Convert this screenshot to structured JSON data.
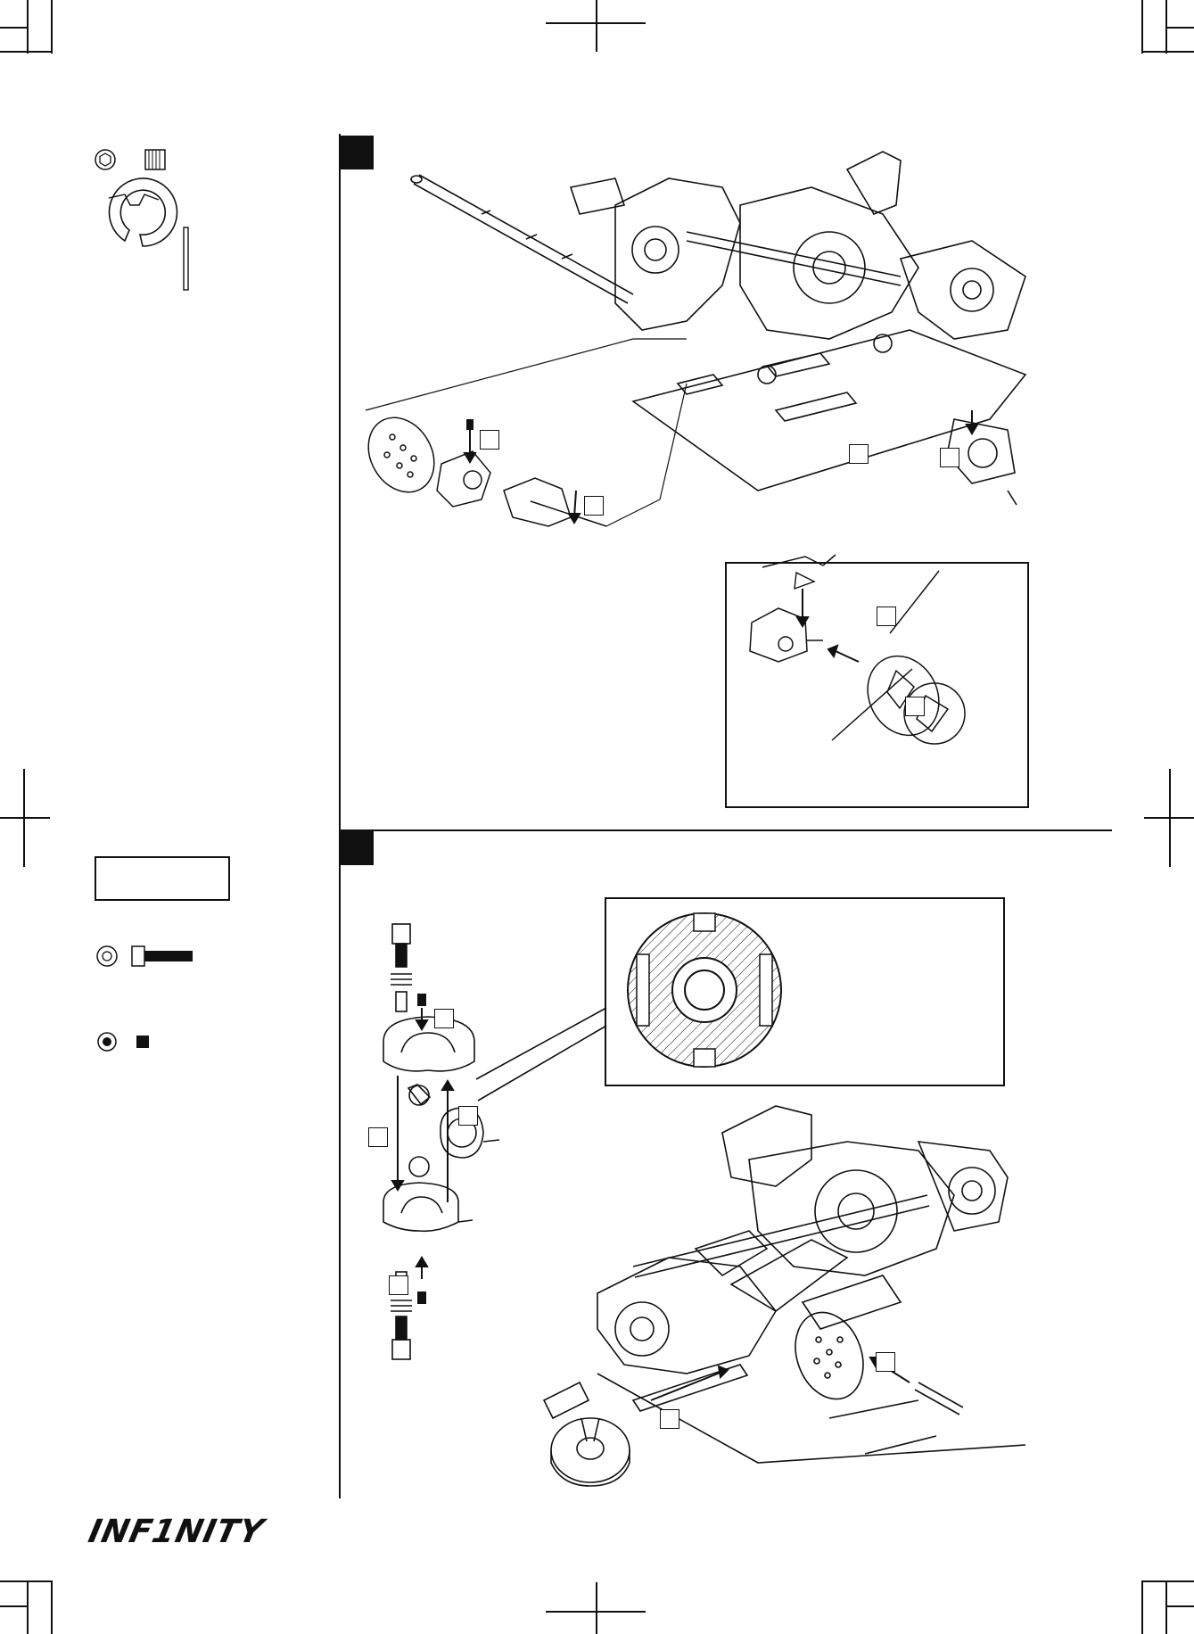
{
  "brand": {
    "logo_text": "INF1NITY"
  },
  "steps": [
    {
      "id": "upper",
      "number": "",
      "callouts": [
        "",
        "",
        "",
        "",
        "",
        ""
      ]
    },
    {
      "id": "lower",
      "number": "",
      "callouts": [
        "",
        "",
        "",
        "",
        "",
        ""
      ]
    }
  ],
  "parts_bag": {
    "label": ""
  }
}
